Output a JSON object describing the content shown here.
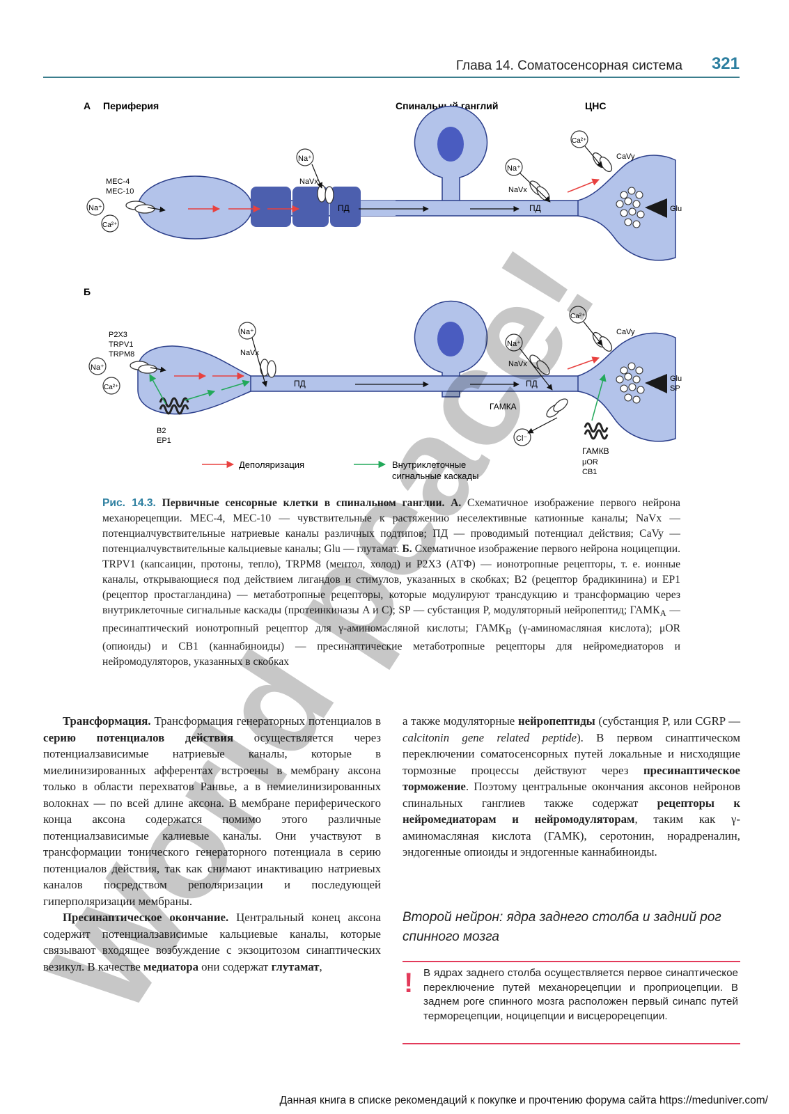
{
  "header": {
    "chapter_title": "Глава 14. Соматосенсорная система",
    "page_number": "321"
  },
  "figure": {
    "panel_a": {
      "letter": "А",
      "title": "Периферия",
      "ganglion": "Спинальный ганглий",
      "cns": "ЦНС",
      "mec": "MEC-4",
      "mec2": "MEC-10",
      "na": "Na⁺",
      "ca": "Ca²⁺",
      "navx": "NaVx",
      "pd": "ПД",
      "cavy": "CaVy",
      "glu": "Glu"
    },
    "panel_b": {
      "letter": "Б",
      "p2x3": "P2X3",
      "trpv1": "TRPV1",
      "trpm8": "TRPM8",
      "b2": "B2",
      "ep1": "EP1",
      "na": "Na⁺",
      "ca": "Ca²⁺",
      "navx": "NaVx",
      "pd": "ПД",
      "cavy": "CaVy",
      "glu": "Glu",
      "sp": "SP",
      "gaba_a": "ГАМКА",
      "gaba_b": "ГАМКB",
      "cl": "Cl⁻",
      "mor": "μOR",
      "cb1": "CB1"
    },
    "legend": {
      "depolarization": "Деполяризация",
      "cascades_1": "Внутриклеточные",
      "cascades_2": "сигнальные каскады"
    },
    "colors": {
      "cell_fill": "#b3c3ea",
      "cell_stroke": "#2b3e8a",
      "nucleus": "#4a5cc0",
      "myelin": "#4c5fae",
      "red_arrow": "#e8413f",
      "green_arrow": "#22a95a",
      "rule_blue": "#3a7d8c",
      "accent_pink": "#e23a5a"
    }
  },
  "caption": {
    "label": "Рис. 14.3.",
    "title": "Первичные сенсорные клетки в спинальном ганглии.",
    "a_letter": "А.",
    "text_a": "Схематичное изображение первого нейрона механорецепции. MEC-4, MEC-10 — чувствительные к растяжению неселективные катионные каналы; NaVx — потенциалчувствительные натриевые каналы различных подтипов; ПД — проводимый потенциал действия; CaVy — потенциалчувствительные кальциевые каналы; Glu — глутамат.",
    "b_letter": "Б.",
    "text_b_1": "Схематичное изображение первого нейрона ноцицепции. TRPV1 (капсаицин, протоны, тепло), TRPM8 (ментол, холод) и P2X3 (АТФ) — ионотропные рецепторы, т. е. ионные каналы, открывающиеся под действием лигандов и стимулов, указанных в скобках; B2 (рецептор брадикинина) и EP1 (рецептор простагландина) — метаботропные рецепторы, которые модулируют трансдукцию и трансформацию через внутриклеточные сигнальные каскады (протеинкиназы A и C); SP — субстанция P, модуляторный нейропептид; ГАМК",
    "sub_a": "A",
    "text_b_2": " — пресинаптический ионотропный рецептор для γ-аминомасляной кислоты; ГАМК",
    "sub_b": "B",
    "text_b_3": " (γ-аминомасляная кислота); μOR (опиоиды) и CB1 (каннабиноиды) — пресинаптические метаботропные рецепторы для нейромедиаторов и нейромодуляторов, указанных в скобках"
  },
  "left_column": {
    "p1_bold": "Трансформация.",
    "p1_a": " Трансформация генераторных потенциалов в ",
    "p1_bold2": "серию потенциалов действия",
    "p1_b": " осуществляется через потенциалзависимые натриевые каналы, которые в миелинизированных афферентах встроены в мембрану аксона только в области перехватов Ранвье, а в немиелинизированных волокнах — по всей длине аксона. В мембране периферического конца аксона содержатся помимо этого различные потенциалзависимые калиевые каналы. Они участвуют в трансформации тонического генераторного потенциала в серию потенциалов действия, так как снимают инактивацию натриевых каналов посредством реполяризации и последующей гиперполяризации мембраны.",
    "p2_bold": "Пресинаптическое окончание.",
    "p2_a": " Центральный конец аксона содержит потенциалзависимые кальциевые каналы, которые связывают входящее возбуждение с экзоцитозом синаптических везикул. В качестве ",
    "p2_bold2": "медиатора",
    "p2_b": " они содержат ",
    "p2_bold3": "глутамат",
    "p2_c": ","
  },
  "right_column": {
    "a": "а также модуляторные ",
    "bold1": "нейропептиды",
    "b": " (субстанция P, или CGRP — ",
    "italic1": "calcitonin gene related peptide",
    "c": "). В первом синаптическом переключении соматосенсорных путей локальные и нисходящие тормозные процессы действуют через ",
    "bold2": "пресинаптическое торможение",
    "d": ". Поэтому центральные окончания аксонов нейронов спинальных ганглиев также содержат ",
    "bold3": "рецепторы к нейромедиаторам и нейромодуляторам",
    "e": ", таким как γ-аминомасляная кислота (ГАМК), серотонин, норадреналин, эндогенные опиоиды и эндогенные каннабиноиды."
  },
  "section_heading": "Второй нейрон: ядра заднего столба и задний рог спинного мозга",
  "callout": {
    "mark": "!",
    "text": "В ядрах заднего столба осуществляется первое синаптическое переключение путей механорецепции и проприоцепции. В заднем роге спинного мозга расположен первый синапс путей терморецепции, ноцицепции и висцерорецепции."
  },
  "footer": "Данная книга в списке рекомендаций к покупке и прочтению форума сайта https://meduniver.com/",
  "watermark": "World peace!"
}
